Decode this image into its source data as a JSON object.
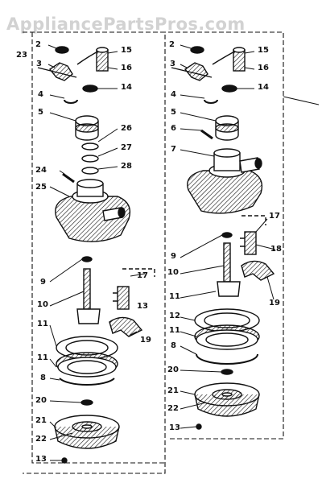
{
  "watermark": "AppliancePartsPros.com",
  "colors": {
    "ink": "#111111",
    "paper": "#ffffff",
    "watermark": "#d2d2d2"
  },
  "left_panel": {
    "labels": [
      "2",
      "3",
      "23",
      "15",
      "16",
      "14",
      "4",
      "5",
      "26",
      "27",
      "28",
      "24",
      "25",
      "9",
      "17",
      "10",
      "13",
      "11",
      "19",
      "11",
      "8",
      "20",
      "21",
      "22",
      "13"
    ]
  },
  "right_panel": {
    "labels": [
      "2",
      "3",
      "15",
      "16",
      "14",
      "4",
      "5",
      "6",
      "7",
      "17",
      "18",
      "9",
      "10",
      "19",
      "11",
      "12",
      "11",
      "8",
      "20",
      "21",
      "22",
      "13"
    ]
  }
}
